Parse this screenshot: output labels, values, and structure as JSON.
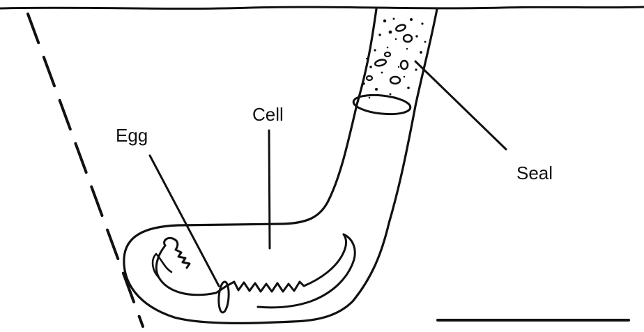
{
  "labels": {
    "egg": "Egg",
    "cell": "Cell",
    "seal": "Seal"
  },
  "colors": {
    "ink": "#111111",
    "background": "#ffffff"
  }
}
